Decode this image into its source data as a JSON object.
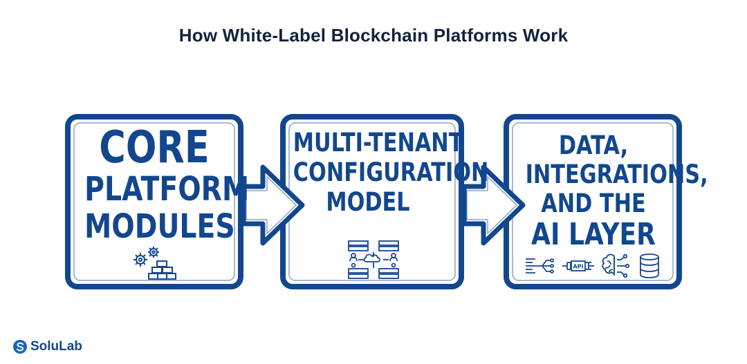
{
  "title": "How White-Label Blockchain Platforms Work",
  "boxes": [
    {
      "lines": [
        "CORE",
        "PLATFORM",
        "MODULES"
      ],
      "icons": [
        "gears-icon",
        "blocks-icon"
      ]
    },
    {
      "lines": [
        "MULTI-TENANT",
        "CONFIGURATION",
        "MODEL"
      ],
      "icons": [
        "multi-tenant-server-cloud-icon"
      ]
    },
    {
      "lines": [
        "DATA,",
        "INTEGRATIONS,",
        "AND THE",
        "AI LAYER"
      ],
      "icons": [
        "data-flow-icon",
        "api-plug-icon",
        "ai-brain-icon",
        "database-icon"
      ]
    }
  ],
  "api_label": "API",
  "brand": {
    "name": "SoluLab"
  },
  "colors": {
    "border": "#12478e",
    "text": "#12478e",
    "title": "#13213d"
  }
}
